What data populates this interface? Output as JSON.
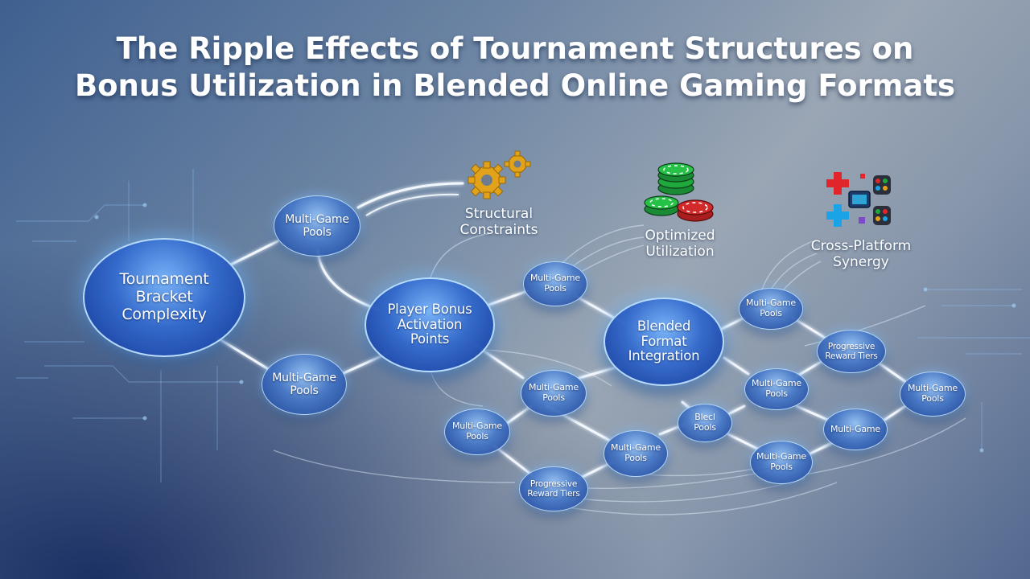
{
  "title": {
    "line1": "The Ripple Effects of Tournament Structures on",
    "line2": "Bonus Utilization in Blended Online Gaming Formats"
  },
  "nodes": {
    "tournament": "Tournament Bracket Complexity",
    "player_bonus": "Player Bonus Activation Points",
    "blended": "Blended Format Integration",
    "mgp_top": "Multi-Game Pools",
    "mgp_left": "Multi-Game Pools",
    "mgp_mid_top": "Multi-Game Pools",
    "mgp_mid": "Multi-Game Pools",
    "mgp_low_left": "Multi-Game Pools",
    "mgp_bottom_mid": "Multi-Game Pools",
    "prog_bottom": "Progressive Reward Tiers",
    "blecl": "Blecl Pools",
    "mgp_right_top": "Multi-Game Pools",
    "prog_right": "Progressive Reward Tiers",
    "mgp_right_mid": "Multi-Game Pools",
    "mgp_far_right": "Multi-Game Pools",
    "multi_game": "Multi-Game",
    "mgp_right_bottom": "Multi-Game Pools"
  },
  "hubs": {
    "structural": "Structural Constraints",
    "optimized": "Optimized Utilization",
    "cross": "Cross-Platform Synergy"
  },
  "icons": {
    "structural": "gears-icon",
    "optimized": "poker-chips-icon",
    "cross": "gamepad-icon"
  },
  "colors": {
    "node_blue": "#3a72c8",
    "gear_gold": "#e2a21a",
    "chip_green": "#1fa83c",
    "chip_red": "#d22a2a"
  }
}
